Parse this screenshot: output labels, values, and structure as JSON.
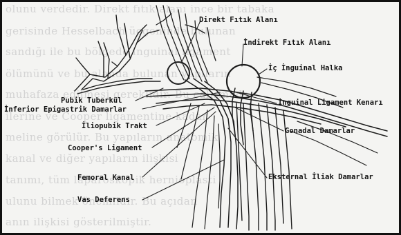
{
  "figure": {
    "labels": {
      "direkt_fitik": "Direkt Fıtık Alanı",
      "indirekt_fitik": "İndirekt Fıtık Alanı",
      "ic_inguinal_halka": "İç İnguinal Halka",
      "pubik_tuberkul": "Pubik Tuberkül",
      "inferior_epigastrik": "İnferior Epigastrik Damarlar",
      "inguinal_ligament": "İnguinal Ligament Kenarı",
      "iliopubik_trakt": "İliopubik Trakt",
      "coopers_ligament": "Cooper's Ligament",
      "gonadal_damarlar": "Gonadal Damarlar",
      "femoral_kanal": "Femoral Kanal",
      "eksternal_iliak": "Eksternal İliak Damarlar",
      "vas_deferens": "Vas Deferens"
    },
    "background_text": [
      "olunu verdedir. Direkt fıtık alanı ince bir tabaka",
      "gerisinde Hesselbach üçgeninde bulunan",
      "sandığı ile bu bölgede inguinal ligament",
      "ölümünü ve bu alanda bulunan yapıların",
      "muhafaza edilmesi gereklidir. Bu çalışmada",
      "ilerine ve Cooper ligamentine kadar",
      "meline görülür. Bu yapıların anatomik",
      "kanal ve diğer yapıların ilişkisi",
      "tanımı, tüm laparoskopik hernioplasti",
      "ulunu bilmek önemlidir. Bu açıdan",
      "anın ilişkisi gösterilmiştir."
    ]
  }
}
